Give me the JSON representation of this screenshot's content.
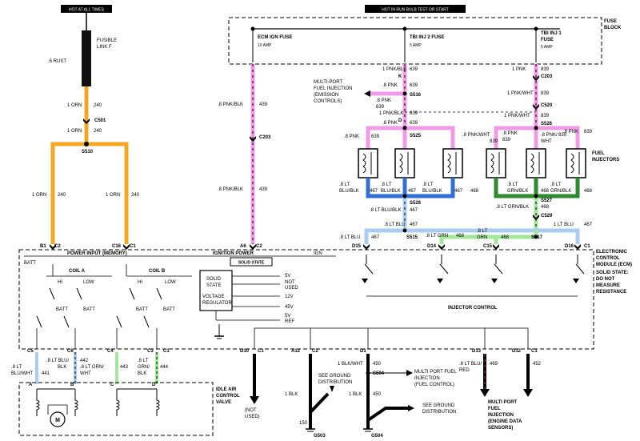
{
  "colors": {
    "orange": "#f5a623",
    "pink": "#f09ae8",
    "blue": "#2f6fd6",
    "light_blue": "#a9cdf0",
    "green": "#2f8a2f",
    "light_green": "#a3e89a",
    "red": "#d11a1a"
  },
  "top_labels": {
    "hot_at_all_times": "HOT AT ALL TIMES",
    "hot_in_run": "HOT IN RUN BULB TEST OR START",
    "fuse_block": [
      "FUSE",
      "BLOCK"
    ]
  },
  "fuses": {
    "ecm_ign": {
      "name": "ECM IGN FUSE",
      "rating": "10 AMP"
    },
    "tbi_inj2": {
      "name": "TBI INJ 2 FUSE",
      "rating": "5 AMP"
    },
    "tbi_inj1": {
      "name": [
        "TBI INJ 1",
        "FUSE"
      ],
      "rating": "5 AMP"
    }
  },
  "fusible_link": {
    "label": [
      "FUSIBLE",
      "LINK F"
    ],
    "wire": ".5 RUST"
  },
  "left_wires": {
    "orn_1_a": "1 ORN",
    "num_240_a": "240",
    "c501": "C501",
    "orn_1_b": "1 ORN",
    "num_240_b": "240",
    "s510": "S510",
    "orn_left": "1 ORN",
    "num_left": "240",
    "orn_right": "1 ORN",
    "num_right": "240"
  },
  "middle_wires": {
    "pnk_blk_1": ".8 PNK/BLK",
    "n439_1": "439",
    "c203": "C203",
    "pnk_blk_2": ".8 PNK/BLK",
    "n439_2": "439"
  },
  "inj_wires": {
    "pnk_1_top": "1 PNK/BLK",
    "n639_top": "639",
    "k": "K",
    "pnk_8": ".8 PNK",
    "n639_a": "639",
    "s516": "S516",
    "multiport": [
      "MULTI-PORT",
      "FUEL INJECTION",
      "(EMISSION",
      "CONTROLS)"
    ],
    "pnk_8b": ".8 PNK",
    "n639_b": "639",
    "pnk_1_b": "1 PNK/BLK",
    "n639_c": "639",
    "d": "D",
    "pnk_8c": ".8 PNK",
    "n639_d": "639",
    "s525": "S525",
    "pnk_8d": ".8 PNK",
    "n639_e": "639",
    "tbi1_pnk": "1 PNK",
    "n839": "839",
    "c203b": "C203",
    "tbi1_pnkwht": "1 PNK/WHT",
    "n839b": "839",
    "c520": "C520",
    "tbi1_pnkwht2": "1 PNK/WHT",
    "n839c": "839",
    "s526": "S526",
    "pnkwht_8": ".8 PNK/WHT",
    "n839d": "839",
    "pnk_8e": ".8 PNK",
    "n839e": "839",
    "pnk_wht_stack": [
      ".8 PNK/",
      "WHT"
    ],
    "n839f": "839",
    "pnk_8f": ".8 PNK",
    "n839g": "839",
    "fuel_inj": [
      "FUEL",
      "INJECTORS"
    ]
  },
  "injector_bottom": {
    "inj1": [
      ".8 LT",
      "BLU/BLK"
    ],
    "n467_1": "467",
    "inj3": [
      ".8 LT",
      "BLU/BLK"
    ],
    "n467_3": "467",
    "inj5": [
      ".8 LT",
      "BLU/BLK"
    ],
    "n467_5": "467",
    "s528": "S528",
    "lt_blu_blk": ".8 LT BLU/BLK",
    "n467_m": "467",
    "inj2": [
      ".8 LT",
      "GRN/BLK"
    ],
    "n468_2": "468",
    "inj4": [
      ".8 LT",
      "GRN/BLK"
    ],
    "n468_4": "468",
    "inj6": [
      ".8 LT",
      "GRN/BLK"
    ],
    "n468_6": "468",
    "s527": "S527",
    "lt_grn_blk": ".8 LT GRN/BLK",
    "n468_m": "468",
    "c529": "C529",
    "lt_blu": ".8 LT BLU",
    "n467_b": "467",
    "lt_grn_right": "1 LT BLU",
    "n467_r": "467",
    "s515": "S515",
    "lt_grn_a": ".8 LT GRN",
    "n468_a": "468",
    "lt_grn_b": [
      ".8 LT",
      "GRN"
    ],
    "n468_b": "468",
    "s517": "S517",
    "lt_blu_left": ".8 LT BLU",
    "n467_left": "467"
  },
  "connectors": {
    "b1": "B1",
    "c2a": "C2",
    "c16": "C16",
    "c1a": "C1",
    "a6": "A6",
    "c2b": "C2",
    "d15": "D15",
    "d14": "D14",
    "c15": "C15",
    "d16": "D16",
    "c1b": "C1"
  },
  "ecm": {
    "title": [
      "ELECTRONIC",
      "CONTROL",
      "MODULE (ECM)",
      "SOLID STATE:",
      "DO NOT",
      "MEASURE",
      "RESISTANCE"
    ],
    "batt": "BATT",
    "power_input": "POWER INPUT (MEMORY)",
    "ignition_power": "IGNITION POWER",
    "ign": "IGN",
    "solid_state_box": "SOLID STATE",
    "solid_state": [
      "SOLID",
      "STATE"
    ],
    "voltage_reg": [
      "VOLTAGE",
      "REGULATOR"
    ],
    "outputs": [
      "5V",
      "NOT",
      "USED",
      "12V",
      "45V",
      "5V",
      "REF"
    ],
    "coil_a": "COIL A",
    "coil_b": "COIL B",
    "hi": "HI",
    "low": "LOW",
    "batt_a1": "BATT",
    "batt_a2": "BATT",
    "batt_b1": "BATT",
    "batt_b2": "BATT",
    "injector_control": "INJECTOR CONTROL"
  },
  "bottom_conn": {
    "c5": "C5",
    "c6": "C6",
    "c4": "C4",
    "c3": "C3",
    "c1": "C1",
    "d10": "D10",
    "c1d": "C1",
    "a12": "A12",
    "c2": "C2",
    "d1": "D1",
    "d13": "D13",
    "d12": "D12",
    "c1e": "C1"
  },
  "bottom_wires": {
    "lt_blu_wht": [
      ".8 LT",
      "BLU/WHT"
    ],
    "n441": "441",
    "lt_blu_blk": [
      ".8 LT BLU/",
      "BLK"
    ],
    "n442": "442",
    "lt_grn_wht": [
      ".8 LT GRN/",
      "WHT"
    ],
    "n443": "443",
    "lt_grn_blk": [
      ".8 LT",
      "GRN/",
      "BLK"
    ],
    "n444": "444",
    "a": "A",
    "b": "B",
    "c": "C",
    "d": "D",
    "iac": [
      "IDLE AIR",
      "CONTROL",
      "VALVE"
    ],
    "not_used": [
      "(NOT",
      "USED)"
    ],
    "blk_1": "1 BLK",
    "n150": "150",
    "see_ground": [
      "SEE GROUND",
      "DISTRIBUTION"
    ],
    "g503": "G503",
    "blk_wht": "1 BLK/WHT",
    "n450": "450",
    "s504": "S504",
    "multiport_fi": [
      "MULTI PORT FUEL",
      "INJECTION",
      "(FUEL CONTROL)"
    ],
    "blk_1b": "1 BLK",
    "n450b": "450",
    "see_ground2": [
      "SEE GROUND",
      "DISTRIBUTION"
    ],
    "g504": "G504",
    "lt_blu_red": [
      ".8 LT BLU/",
      "RED"
    ],
    "n469": "469",
    "n452": "452",
    "multiport_eng": [
      "MULTI PORT",
      "FUEL",
      "INJECTION",
      "(ENGINE DATA",
      "SENSORS)"
    ]
  }
}
